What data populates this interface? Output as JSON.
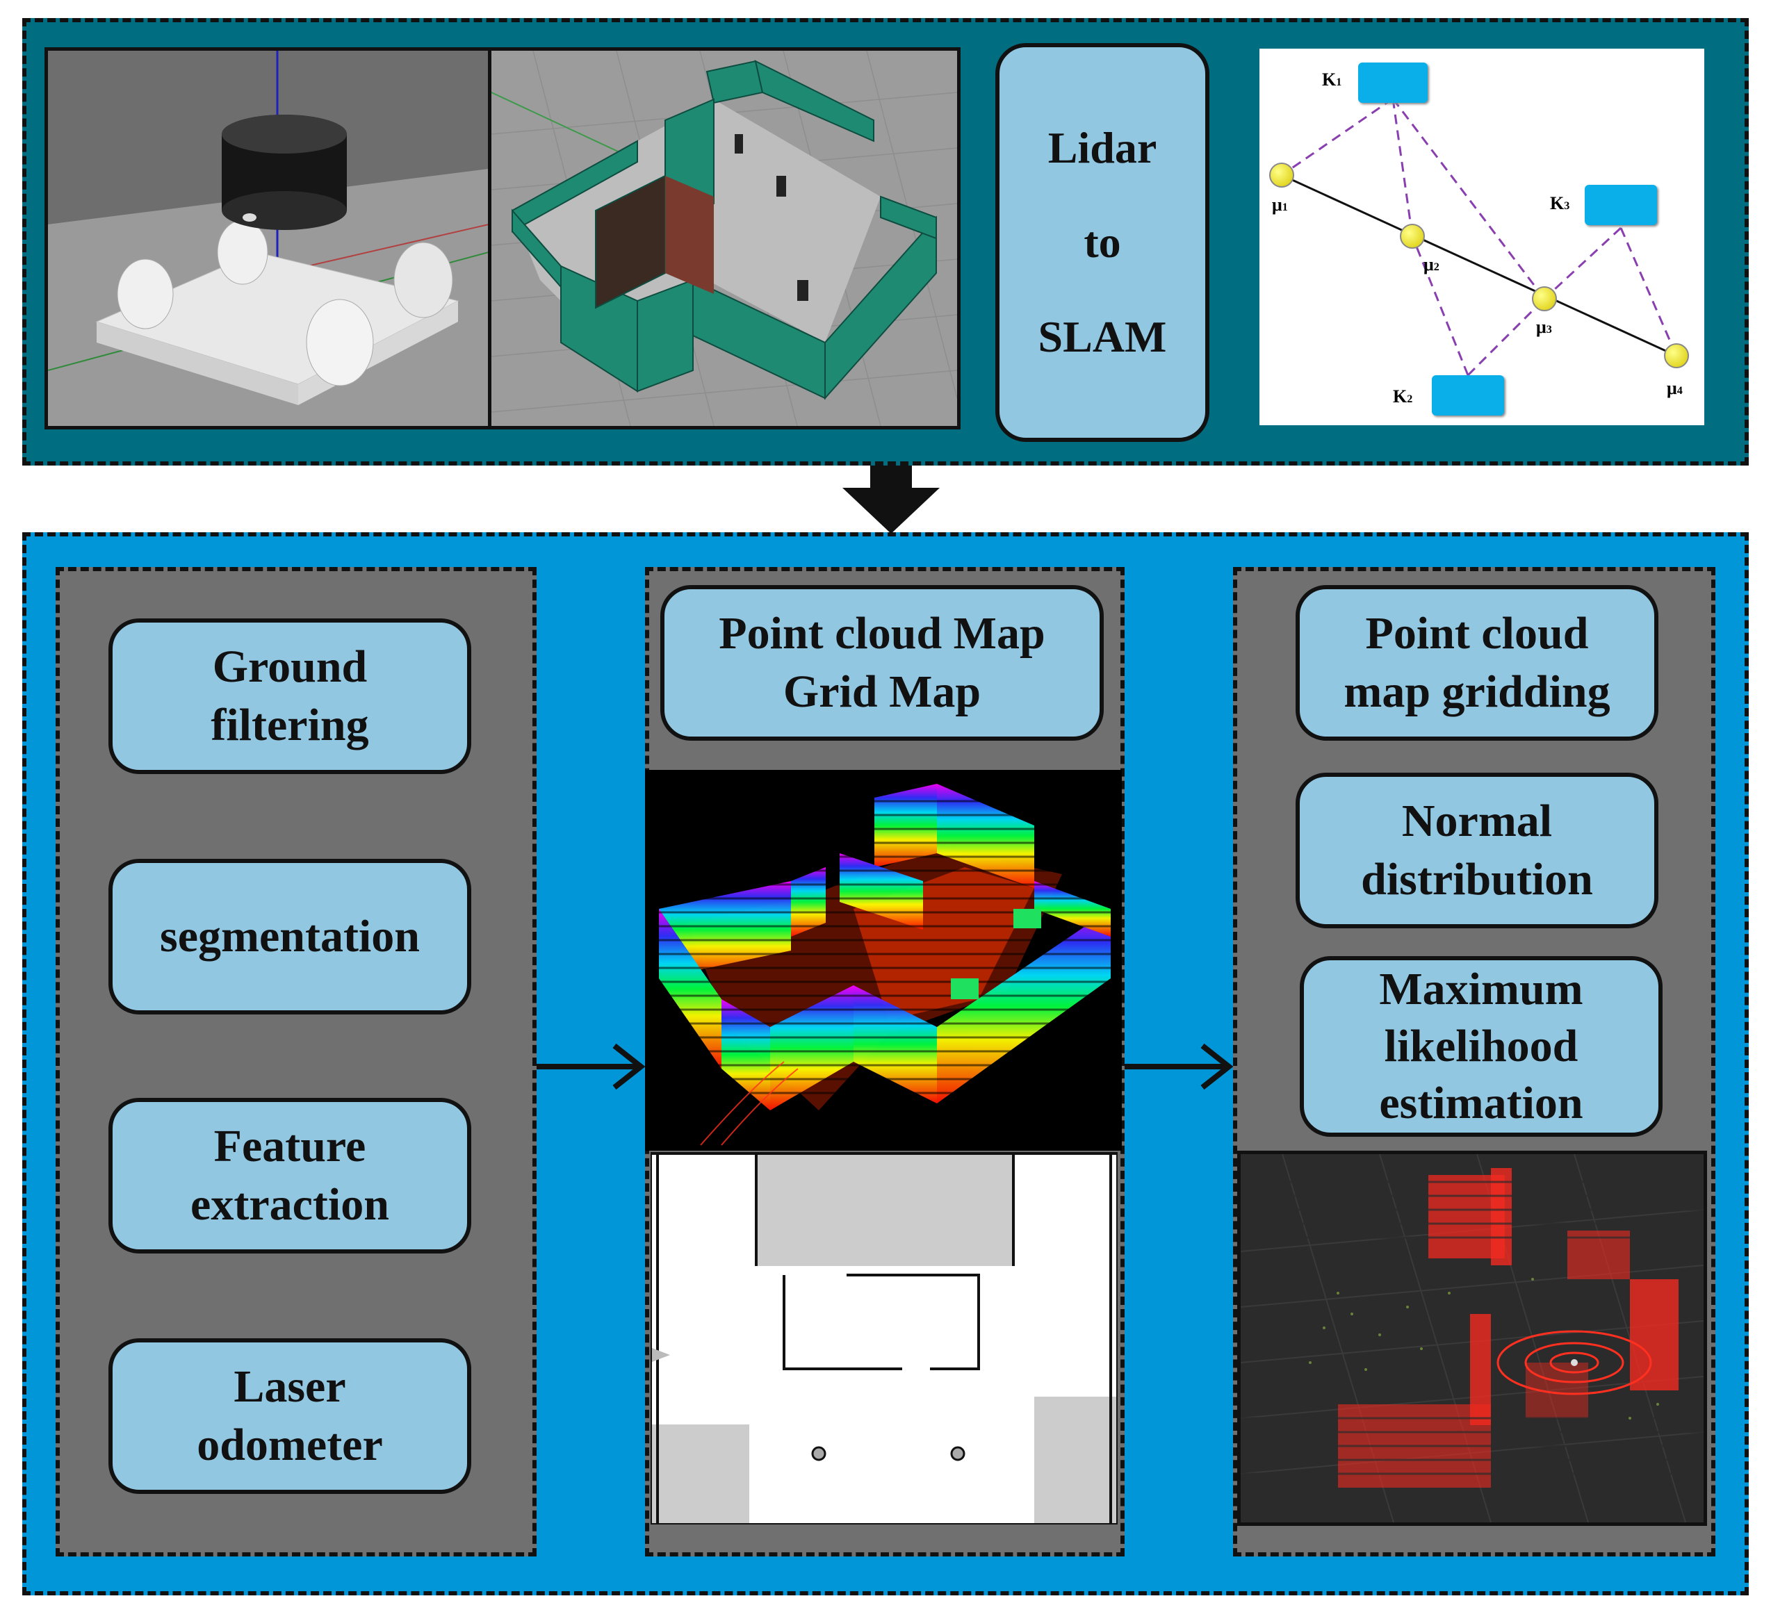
{
  "top": {
    "center_label": "Lidar\nto\nSLAM"
  },
  "graph": {
    "k1": "K",
    "k1_sub": "1",
    "k2": "K",
    "k2_sub": "2",
    "k3": "K",
    "k3_sub": "3",
    "mu1": "μ",
    "mu1_sub": "1",
    "mu2": "μ",
    "mu2_sub": "2",
    "mu3": "μ",
    "mu3_sub": "3",
    "mu4": "μ",
    "mu4_sub": "4"
  },
  "left_column": {
    "steps": [
      "Ground\nfiltering",
      "segmentation",
      "Feature\nextraction",
      "Laser\nodometer"
    ]
  },
  "middle_column": {
    "title": "Point cloud Map\nGrid Map"
  },
  "right_column": {
    "steps": [
      "Point cloud\nmap gridding",
      "Normal\ndistribution",
      "Maximum\nlikelihood\nestimation"
    ]
  },
  "colors": {
    "top_panel": "#006d80",
    "bottom_panel": "#0096d8",
    "column": "#707070",
    "box": "#92c7e2",
    "wall_green": "#1f8a72"
  }
}
